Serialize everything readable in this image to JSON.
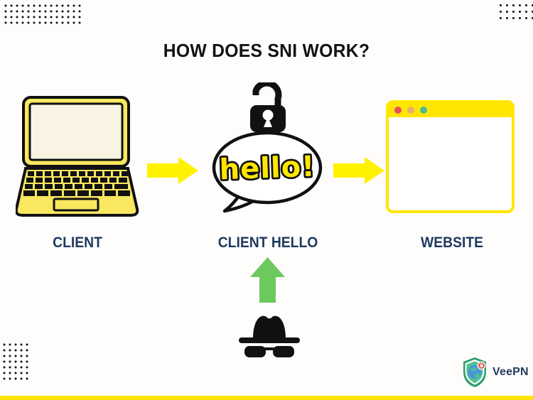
{
  "page": {
    "title": "HOW DOES SNI WORK?"
  },
  "diagram": {
    "client": {
      "label": "CLIENT",
      "icon": "laptop-icon"
    },
    "client_hello": {
      "label": "CLIENT HELLO",
      "bubble_text": "hello!",
      "lock_icon": "open-padlock-icon"
    },
    "website": {
      "label": "WEBSITE",
      "icon": "browser-window-icon"
    },
    "eavesdropper": {
      "icon": "spy-icon"
    }
  },
  "branding": {
    "logo_text": "VeePN"
  },
  "colors": {
    "background": "#FFFDFC",
    "title_black": "#121212",
    "label_navy": "#1E3A5F",
    "accent_yellow": "#FFE600",
    "arrow_yellow": "#FFF200",
    "laptop_yellow": "#F8E75F",
    "screen_cream": "#F8F3E2",
    "green_arrow": "#6CC95E",
    "window_dot_red": "#EA4F5A",
    "window_dot_orange": "#EBAC6F",
    "window_dot_green": "#4FB893",
    "logo_green_dark": "#2E9E6E",
    "logo_green": "#52C18D",
    "logo_globe_blue": "#4A97D8",
    "logo_badge_red": "#E25449",
    "logo_text_navy": "#243A5E"
  }
}
